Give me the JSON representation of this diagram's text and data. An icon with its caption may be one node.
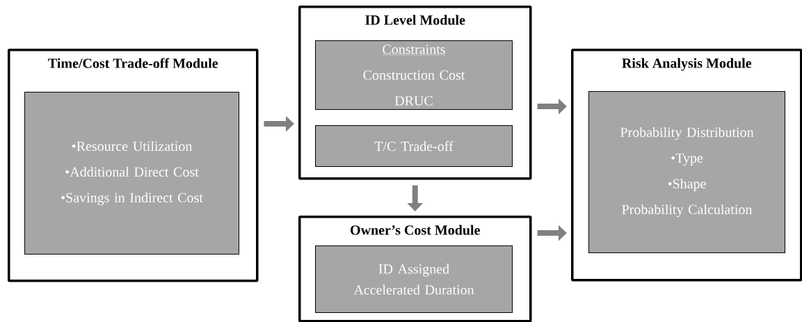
{
  "diagram": {
    "nodes": [
      {
        "text": [
          "Time/Cost Trade-off Module"
        ]
      },
      {
        "text": [
          "•Resource Utilization",
          "•Additional Direct Cost",
          "•Savings in Indirect Cost"
        ],
        "in": 0
      },
      {
        "text": [
          "ID Level Module"
        ]
      },
      {
        "text": [
          "Constraints",
          "Construction Cost",
          "DRUC"
        ],
        "in": 2
      },
      {
        "text": [
          "T/C Trade-off"
        ],
        "in": 2
      },
      {
        "text": [
          "Owner’s Cost Module"
        ]
      },
      {
        "text": [
          "ID Assigned Accelerated Duration"
        ],
        "in": 5
      },
      {
        "text": [
          "Risk Analysis Module"
        ]
      },
      {
        "text": [
          "Probability Distribution",
          "•Type",
          "•Shape",
          "Probability Calculation"
        ],
        "in": 7
      }
    ],
    "edges": [
      {
        "from": 0,
        "to": 2,
        "arrow": "to"
      },
      {
        "from": 2,
        "to": 7,
        "arrow": "to"
      },
      {
        "from": 2,
        "to": 5,
        "arrow": "to"
      },
      {
        "from": 5,
        "to": 7,
        "arrow": "to"
      }
    ]
  }
}
